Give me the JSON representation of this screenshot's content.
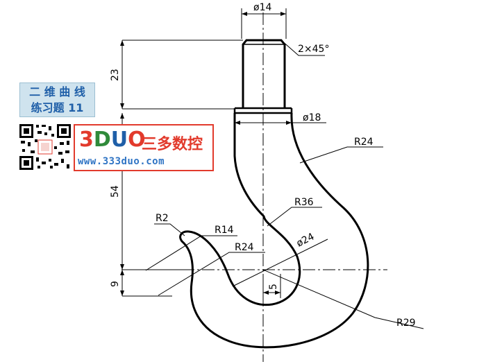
{
  "title": {
    "line1": "二 维 曲 线",
    "line2": "练习题 11"
  },
  "brand": {
    "logo_a": "3",
    "logo_b": "D",
    "logo_c": "U",
    "logo_d": "O",
    "name": "三多数控",
    "url": "www.333duo.com"
  },
  "dimensions": {
    "d14": "ø14",
    "chamfer": "2×45°",
    "h23": "23",
    "d18": "ø18",
    "r24_top": "R24",
    "h54": "54",
    "r36": "R36",
    "r2": "R2",
    "r14": "R14",
    "d24": "ø24",
    "r24_inner": "R24",
    "h9": "9",
    "off5": "5",
    "r29": "R29"
  },
  "colors": {
    "line": "#000000",
    "title_bg": "#cfe3ee",
    "title_text": "#1f5fa8",
    "brand_red": "#e23a2c",
    "brand_blue": "#2f74c4"
  }
}
